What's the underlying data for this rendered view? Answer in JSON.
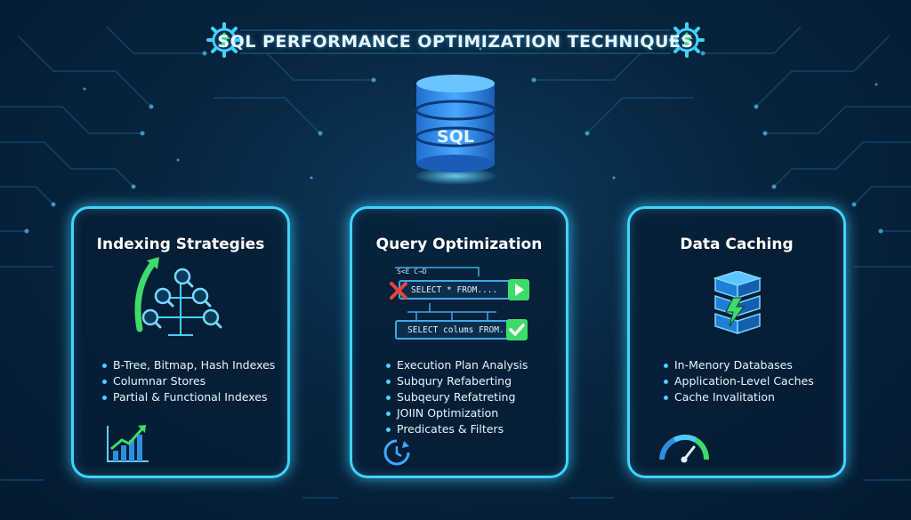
{
  "title": "SQL PERFORMANCE OPTIMIZATION TECHNIQUES",
  "database": {
    "label": "SQL"
  },
  "cards": [
    {
      "title": "Indexing Strategies",
      "items": [
        "B-Tree, Bitmap, Hash Indexes",
        "Columnar Stores",
        "Partial & Functional Indexes"
      ]
    },
    {
      "title": "Query Optimization",
      "code_label": "S<E C→D",
      "query_bad": "SELECT * FROM....",
      "query_good": "SELECT colums FROM.....",
      "items": [
        "Execution Plan Analysis",
        "Subqury Refaberting",
        "Subqeury Refatreting",
        "JOIIN Optimization",
        "Predicates & Filters"
      ]
    },
    {
      "title": "Data Caching",
      "items": [
        "In-Menory Databases",
        "Application-Level Caches",
        "Cache Invalitation"
      ]
    }
  ],
  "colors": {
    "accent": "#3fd4ff",
    "green": "#3ddc6a",
    "red": "#e8443a",
    "background": "#072540"
  },
  "icons": [
    "gear-arrow-icon",
    "database-icon",
    "index-tree-icon",
    "growth-arrow-icon",
    "bar-chart-icon",
    "x-mark-icon",
    "play-icon",
    "check-icon",
    "refresh-clock-icon",
    "server-stack-icon",
    "lightning-icon",
    "speedometer-icon"
  ]
}
